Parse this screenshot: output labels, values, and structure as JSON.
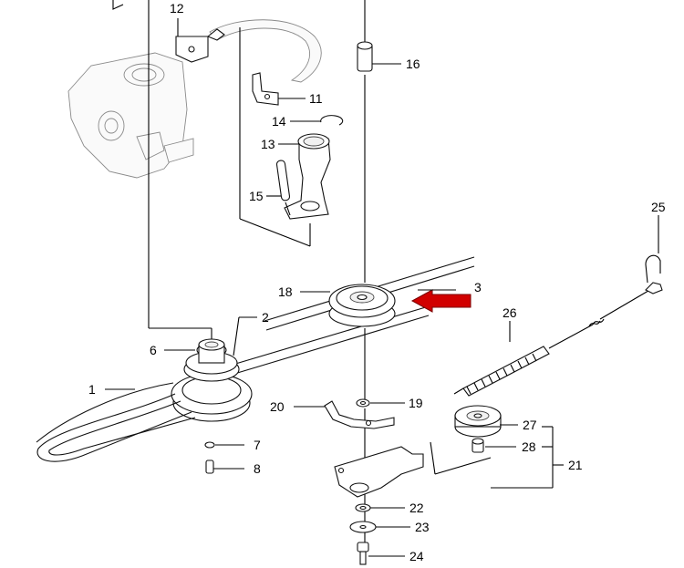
{
  "callouts": {
    "c1": "1",
    "c2": "2",
    "c3": "3",
    "c6": "6",
    "c7": "7",
    "c8": "8",
    "c11": "11",
    "c12": "12",
    "c13": "13",
    "c14": "14",
    "c15": "15",
    "c16": "16",
    "c18": "18",
    "c19": "19",
    "c20": "20",
    "c21": "21",
    "c22": "22",
    "c23": "23",
    "c24": "24",
    "c25": "25",
    "c26": "26",
    "c27": "27",
    "c28": "28"
  },
  "colors": {
    "arrow": "#d10000",
    "line": "#000000",
    "ghost_part": "#8a8a8a"
  },
  "pointer_arrow": {
    "target_part": "3",
    "icon": "red-arrow-icon"
  }
}
